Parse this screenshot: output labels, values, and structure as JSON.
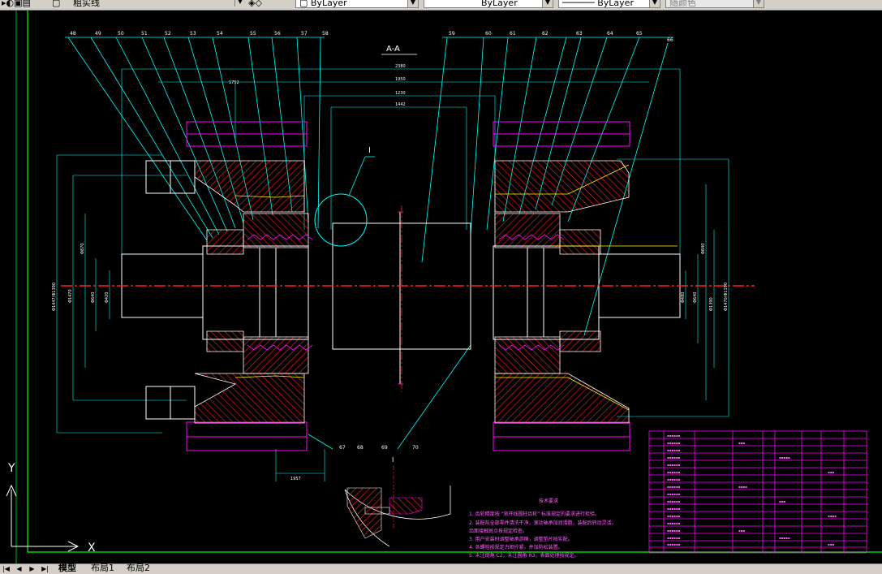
{
  "toolbar": {
    "linetype_label": "粗实线",
    "layer_color": "ByLayer",
    "layer_linetype": "ByLayer",
    "layer_lineweight": "ByLayer",
    "plot_style": "随颜色"
  },
  "drawing": {
    "view_label": "A-A",
    "detail_mark": "I",
    "detail_label": "I",
    "notes_title": "技术要求",
    "ucs_y": "Y",
    "ucs_x": "X",
    "balloons_left": [
      "48",
      "49",
      "50",
      "51",
      "52",
      "53",
      "54",
      "55",
      "56",
      "57",
      "58"
    ],
    "balloons_right": [
      "59",
      "60",
      "61",
      "62",
      "63",
      "64",
      "65",
      "66"
    ],
    "balloons_bottom": [
      "67",
      "68",
      "69",
      "70"
    ],
    "dim_top": [
      "2380",
      "1950",
      "1752",
      "1230",
      "1442"
    ],
    "dim_left": [
      "Φ1447/Φ1390",
      "Φ1470",
      "Φ870",
      "Φ640",
      "Φ420"
    ],
    "dim_right": [
      "Φ1470/Φ1190",
      "Φ1390",
      "Φ840",
      "Φ640",
      "Φ480"
    ],
    "dim_bottom": "1957",
    "note_lines": [
      "1. 齿轮精度按 \"渐开线圆柱齿轮\" 标准规定的要求进行检验。",
      "2. 装配前全部零件清洗干净，滚动轴承加润滑脂，装配后转动灵活。",
      "   齿面接触斑点按规定检查。",
      "3. 用户安装时调整轴承游隙，调整垫片按实配。",
      "4. 各螺栓按规定力矩拧紧，并加防松装置。",
      "5. 未注倒角 C2，未注圆角 R3，表面处理按规定。"
    ]
  },
  "tabs": {
    "model": "模型",
    "layout1": "布局1",
    "layout2": "布局2"
  },
  "colors": {
    "background": "#000000",
    "leader": "#00ffff",
    "hatch": "#ff0000",
    "outline": "#ffffff",
    "part_edge": "#ff00ff",
    "yellow": "#ffff00",
    "border": "#00ff00"
  }
}
